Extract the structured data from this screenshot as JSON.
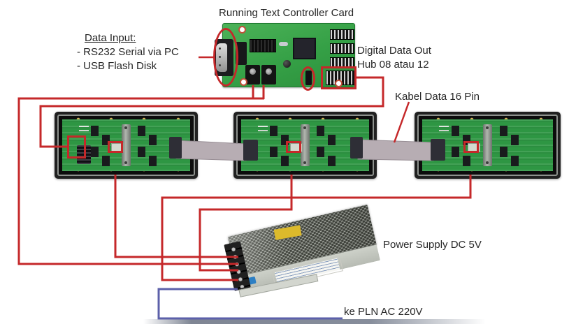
{
  "title": "Running Text Controller Card",
  "annotations": {
    "data_input": {
      "heading": "Data Input:",
      "items": [
        "- RS232 Serial via PC",
        "- USB Flash Disk"
      ]
    },
    "digital_out": {
      "line1": "Digital Data Out",
      "line2": "Hub 08 atau 12"
    },
    "cable_label": "Kabel Data 16 Pin",
    "psu_label": "Power Supply DC 5V",
    "ac_label": "ke PLN AC 220V"
  },
  "colors": {
    "dc_wire": "#c5282a",
    "ac_wire": "#5c60aa",
    "highlight": "#c5282a",
    "controller_pcb": "#35a046",
    "panel_pcb": "#2e9643",
    "psu_case": "#b2b6ae"
  }
}
